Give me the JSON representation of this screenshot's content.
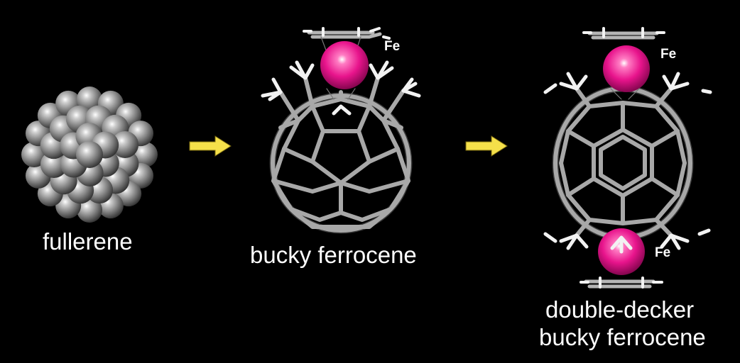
{
  "labels": {
    "fullerene": "fullerene",
    "bucky_ferrocene": "bucky ferrocene",
    "double_decker_line1": "double-decker",
    "double_decker_line2": "bucky ferrocene"
  },
  "atoms": {
    "fe_1": "Fe",
    "fe_2": "Fe",
    "fe_3": "Fe"
  },
  "colors": {
    "background": "#000000",
    "carbon": "#9a9a9a",
    "hydrogen": "#f2f2f2",
    "iron": "#e8148c",
    "arrow": "#f5e04a"
  },
  "icons": [
    "right-arrow-icon",
    "right-arrow-icon"
  ]
}
